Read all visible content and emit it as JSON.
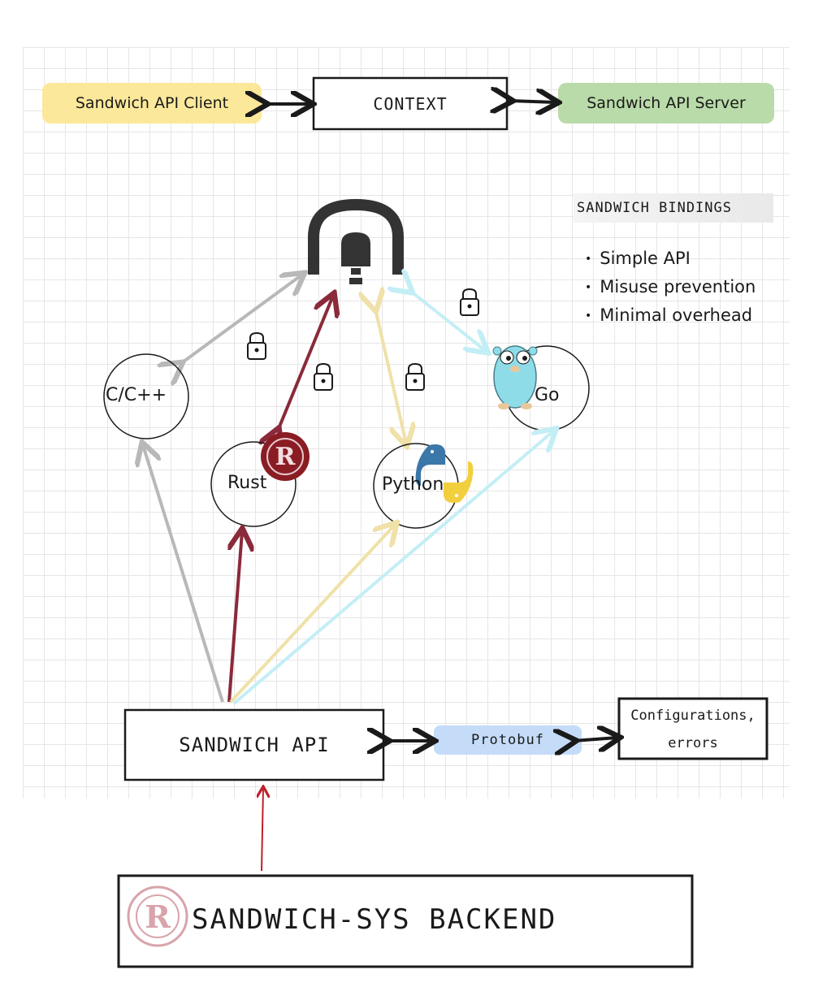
{
  "top_row": {
    "client_label": "Sandwich API Client",
    "context_label": "CONTEXT",
    "server_label": "Sandwich API Server"
  },
  "bindings": {
    "title": "SANDWICH BINDINGS",
    "features": [
      "Simple API",
      "Misuse prevention",
      "Minimal overhead"
    ]
  },
  "languages": {
    "c": "C/C++",
    "rust": "Rust",
    "python": "Python",
    "go": "Go"
  },
  "bottom": {
    "api_label": "SANDWICH API",
    "protobuf_label": "Protobuf",
    "config_line1": "Configurations,",
    "config_line2": "errors",
    "backend_label": "SANDWICH-SYS BACKEND"
  },
  "colors": {
    "client_fill": "#fbe89a",
    "server_fill": "#b9dba9",
    "protobuf_fill": "#c5dcf9",
    "c_arrow": "#b8b8b8",
    "rust_arrow": "#8a2a3a",
    "python_arrow": "#efe1a8",
    "go_arrow": "#c4eef6",
    "backend_arrow": "#c0202a"
  },
  "icons": [
    "tunnel-icon",
    "lock-icon",
    "rust-logo-icon",
    "python-logo-icon",
    "go-gopher-icon"
  ]
}
